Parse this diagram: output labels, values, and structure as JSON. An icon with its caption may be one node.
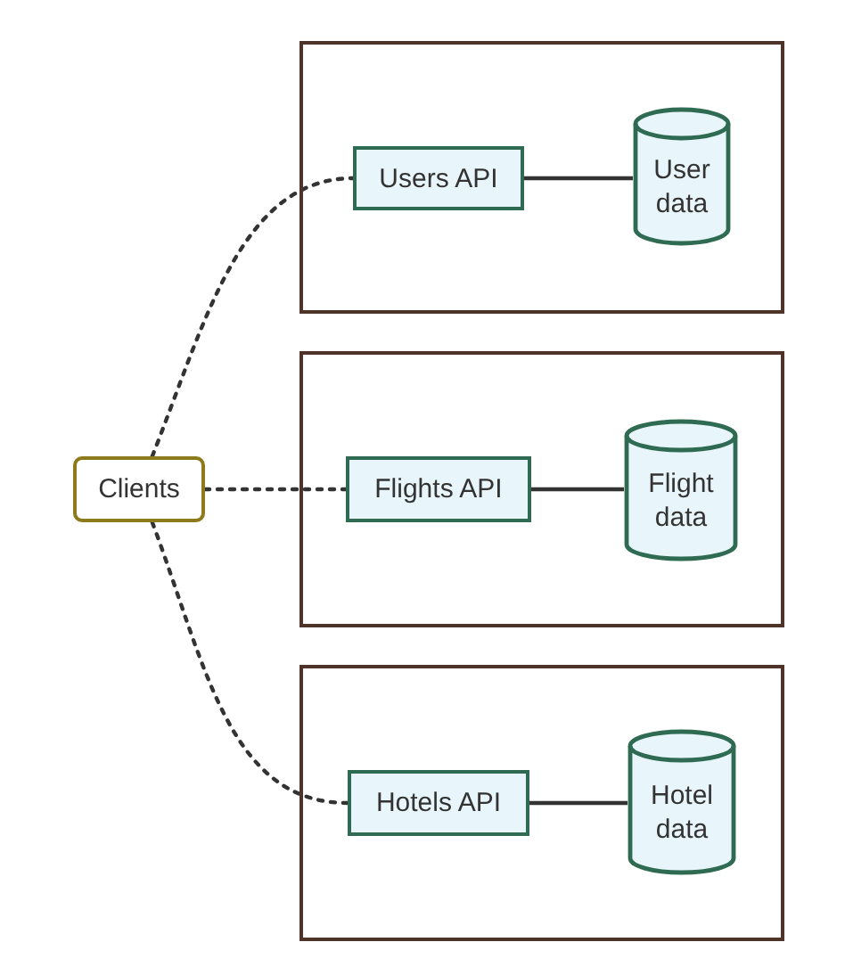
{
  "diagram": {
    "nodes": [
      {
        "text": [
          "Clients"
        ]
      },
      {
        "text": [],
        "shape": "box"
      },
      {
        "text": [
          "Users API"
        ],
        "in": 1
      },
      {
        "text": [
          "User data"
        ],
        "in": 1
      },
      {
        "text": [],
        "shape": "box"
      },
      {
        "text": [
          "Flights API"
        ],
        "in": 4
      },
      {
        "text": [
          "Flight data"
        ],
        "in": 4
      },
      {
        "text": [],
        "shape": "box"
      },
      {
        "text": [
          "Hotels API"
        ],
        "in": 7
      },
      {
        "text": [
          "Hotel data"
        ],
        "in": 7
      }
    ],
    "edges": [
      {
        "from": 0,
        "to": 2,
        "arrow": "none",
        "style": "dashed"
      },
      {
        "from": 2,
        "to": 3,
        "arrow": "none"
      },
      {
        "from": 0,
        "to": 5,
        "arrow": "none",
        "style": "dashed"
      },
      {
        "from": 5,
        "to": 6,
        "arrow": "none"
      },
      {
        "from": 0,
        "to": 8,
        "arrow": "none",
        "style": "dashed"
      },
      {
        "from": 8,
        "to": 9,
        "arrow": "none"
      }
    ]
  }
}
